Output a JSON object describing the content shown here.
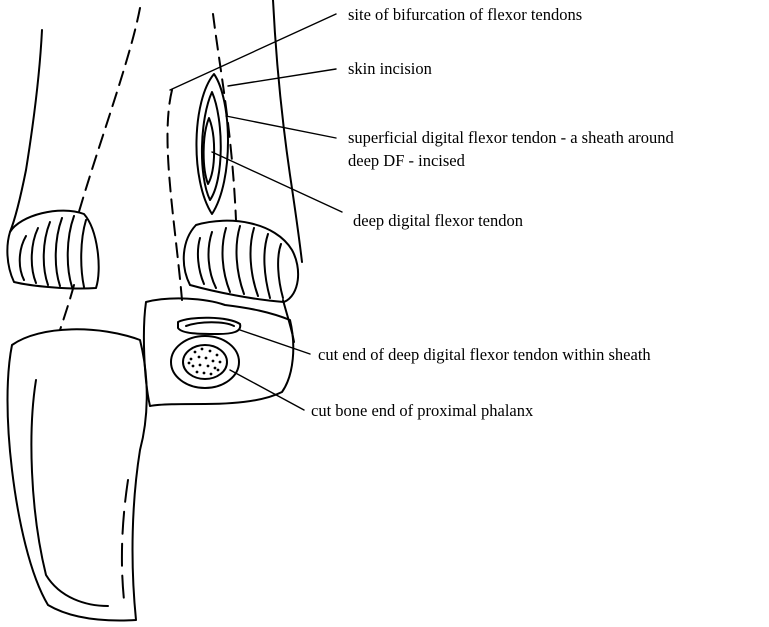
{
  "labels": {
    "bifurcation": "site of bifurcation of flexor tendons",
    "skin_incision": "skin incision",
    "superficial_line1": "superficial digital flexor tendon - a sheath around",
    "superficial_line2": "deep DF - incised",
    "deep_flexor": "deep digital flexor tendon",
    "cut_end": "cut end of deep digital flexor tendon within sheath",
    "cut_bone": "cut bone end of proximal phalanx"
  },
  "colors": {
    "ink": "#000000",
    "background": "#ffffff"
  }
}
